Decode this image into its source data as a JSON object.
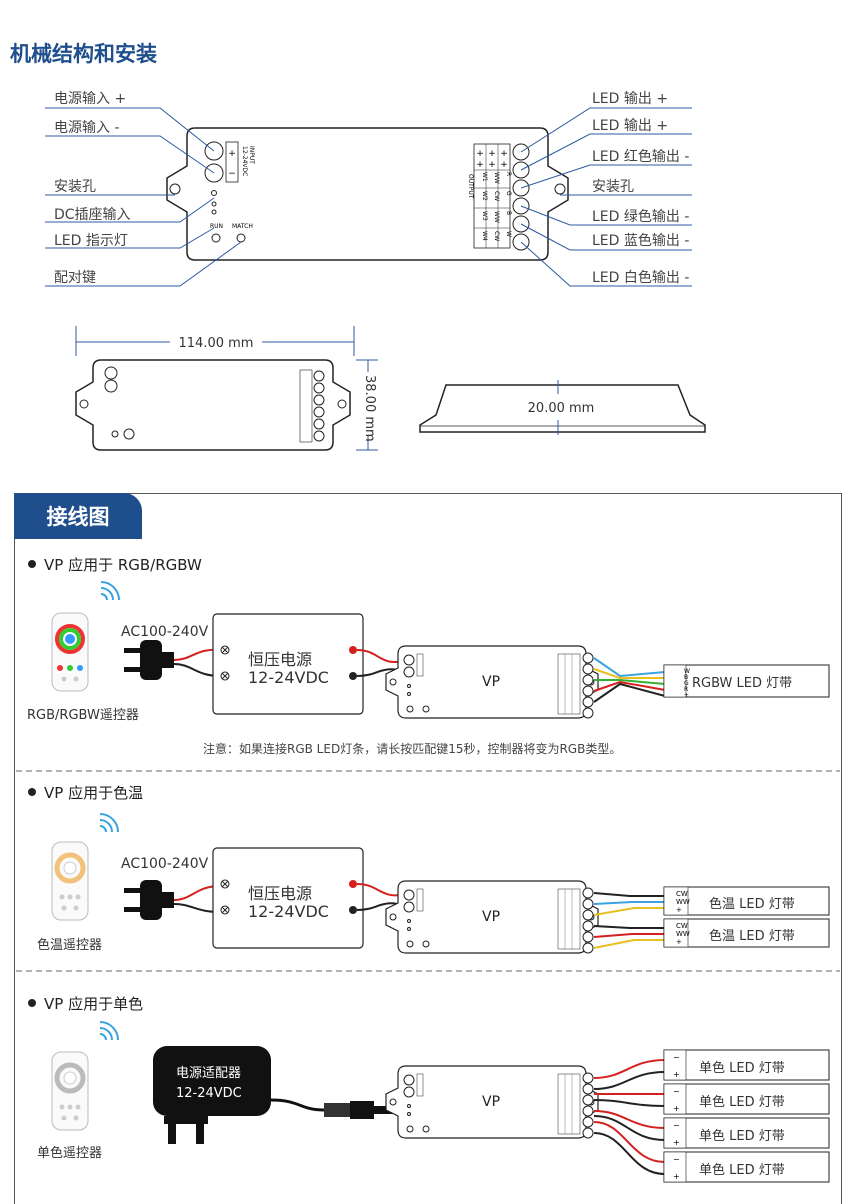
{
  "heading": "机械结构和安装",
  "left_labels": [
    "电源输入 +",
    "电源输入 -",
    "安装孔",
    "DC插座输入",
    "LED 指示灯",
    "配对键"
  ],
  "right_labels": [
    "LED 输出 +",
    "LED 输出 +",
    "LED 红色输出 -",
    "安装孔",
    "LED 绿色输出 -",
    "LED 蓝色输出 -",
    "LED 白色输出 -"
  ],
  "device_text": {
    "input": "INPUT",
    "input_voltage": "12-24VDC",
    "run": "RUN",
    "match": "MATCH",
    "output": "OUTPUT",
    "plus": "+",
    "minus": "−",
    "ch_row1": [
      "W1",
      "W2",
      "W3",
      "W4"
    ],
    "ch_row2": [
      "WW",
      "CW",
      "WW",
      "CW"
    ],
    "ch_row3": [
      "R",
      "G",
      "B",
      "W"
    ]
  },
  "dimensions": {
    "length": "114.00 mm",
    "width": "38.00 mm",
    "height": "20.00 mm"
  },
  "wiring_tab": "接线图",
  "sections": [
    {
      "heading": "VP 应用于 RGB/RGBW",
      "remote_label": "RGB/RGBW遥控器",
      "ac_label": "AC100-240V",
      "psu_line1": "恒压电源",
      "psu_line2": "12-24VDC",
      "controller": "VP",
      "strips": [
        "RGBW LED 灯带"
      ],
      "strip_pins": [
        "W",
        "B",
        "G",
        "R",
        "+"
      ],
      "note": "注意：如果连接RGB LED灯条，请长按匹配键15秒，控制器将变为RGB类型。"
    },
    {
      "heading": "VP 应用于色温",
      "remote_label": "色温遥控器",
      "ac_label": "AC100-240V",
      "psu_line1": "恒压电源",
      "psu_line2": "12-24VDC",
      "controller": "VP",
      "strips": [
        "色温 LED 灯带",
        "色温 LED 灯带"
      ],
      "strip_pins": [
        "CW",
        "WW",
        "+"
      ]
    },
    {
      "heading": "VP 应用于单色",
      "remote_label": "单色遥控器",
      "adapter_line1": "电源适配器",
      "adapter_line2": "12-24VDC",
      "controller": "VP",
      "strips": [
        "单色 LED 灯带",
        "单色 LED 灯带",
        "单色 LED 灯带",
        "单色 LED 灯带"
      ],
      "strip_pins": [
        "−",
        "+"
      ]
    }
  ]
}
